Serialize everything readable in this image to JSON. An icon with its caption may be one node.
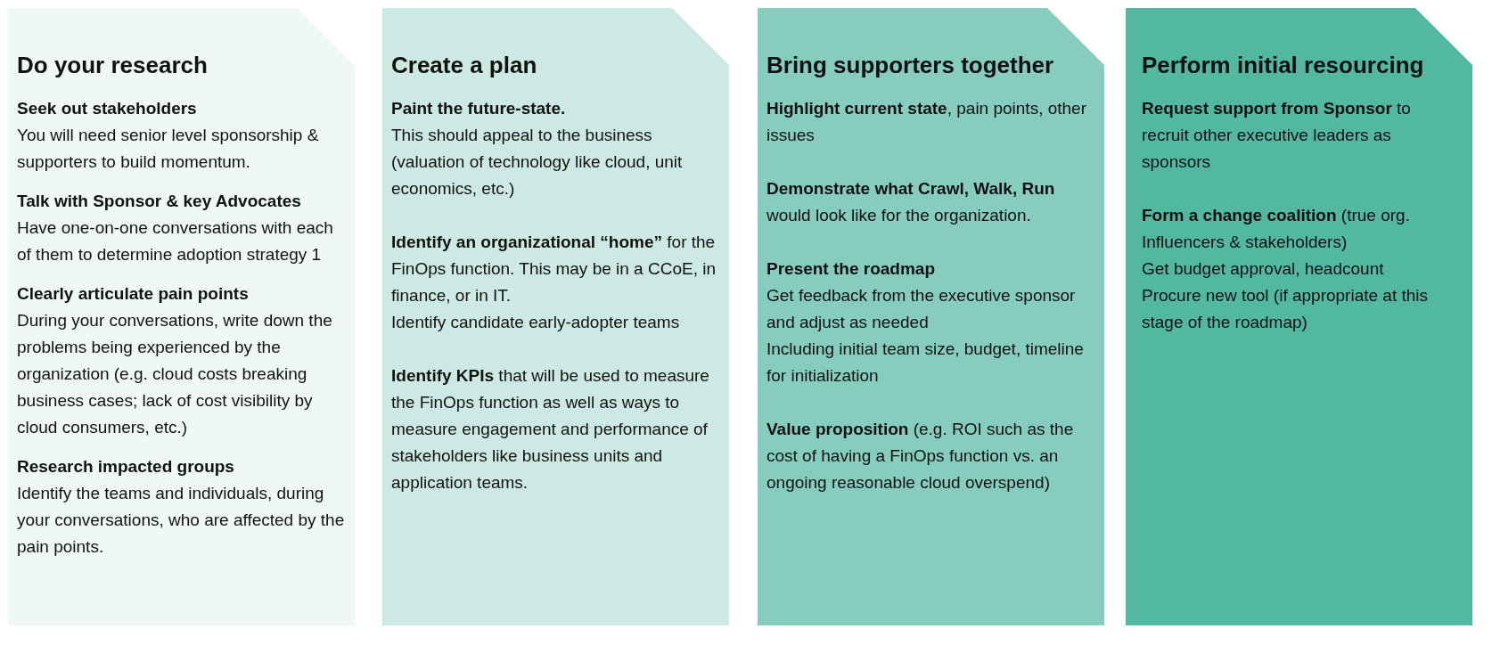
{
  "diagram": {
    "nodes": [
      {
        "text": [
          "Do your research",
          "Seek out stakeholders",
          "You will need senior level sponsorship & supporters to build momentum.",
          "Talk with Sponsor & key Advocates",
          "Have one-on-one conversations with each of them to determine adoption strategy 1",
          "Clearly articulate pain points",
          "During your conversations, write down the problems being experienced by the organization (e.g. cloud costs breaking business cases; lack of cost visibility by cloud consumers, etc.)",
          "Research impacted groups",
          "Identify the teams and individuals, during your conversations, who are affected by the pain points."
        ]
      },
      {
        "text": [
          "Create a plan",
          "Paint the future-state.",
          "This should appeal to the business (valuation of technology like cloud, unit economics, etc.)",
          "**Identify an organizational “home”** for the FinOps function. This may be in a CCoE, in finance, or in IT.",
          "Identify candidate early-adopter teams",
          "**Identify KPIs** that will be used to measure the FinOps function as well as ways to measure engagement and performance of stakeholders like business units and application teams."
        ]
      },
      {
        "text": [
          "Bring supporters together",
          "**Highlight current state**, pain points, other issues",
          "**Demonstrate what Crawl, Walk, Run** would look like for the organization.",
          "Present the roadmap",
          "Get feedback from the executive sponsor and adjust as needed",
          "Including initial team size, budget, timeline for initialization",
          "**Value proposition** (e.g. ROI such as the cost of having a FinOps function vs. an ongoing reasonable cloud overspend)"
        ]
      },
      {
        "text": [
          "Perform initial resourcing",
          "**Request support from Sponsor** to recruit other executive leaders as sponsors",
          "**Form a change coalition** (true org. Influencers & stakeholders)",
          "Get budget approval, headcount",
          "Procure new tool (if appropriate at this stage of the roadmap)"
        ]
      }
    ]
  }
}
